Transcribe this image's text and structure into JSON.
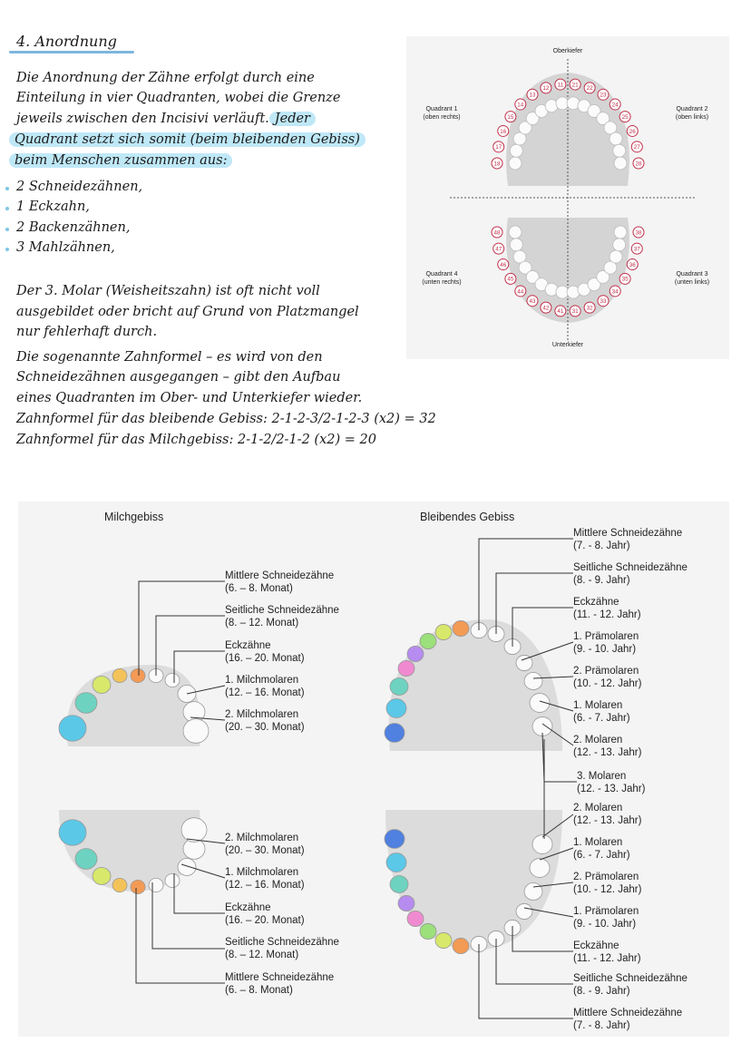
{
  "heading": "4. Anordnung",
  "paragraph1": [
    "Die Anordnung der Zähne erfolgt durch eine",
    "Einteilung in vier Quadranten, wobei die Grenze",
    "jeweils zwischen den Incisivi verläuft.",
    "Jeder",
    "Quadrant setzt sich somit (beim bleibenden Gebiss)",
    "beim Menschen zusammen aus:"
  ],
  "bullets": [
    "2 Schneidezähnen,",
    "1 Eckzahn,",
    "2 Backenzähnen,",
    "3 Mahlzähnen,"
  ],
  "paragraph2": [
    "Der 3. Molar (Weisheitszahn) ist oft nicht voll",
    "ausgebildet oder bricht auf Grund von Platzmangel",
    "nur fehlerhaft durch."
  ],
  "paragraph3": [
    "Die sogenannte Zahnformel – es wird von den",
    "Schneidezähnen ausgegangen – gibt den Aufbau",
    "eines Quadranten im Ober- und Unterkiefer wieder.",
    "Zahnformel für das bleibende Gebiss: 2-1-2-3/2-1-2-3 (x2) = 32",
    "Zahnformel für das Milchgebiss: 2-1-2/2-1-2 (x2) = 20"
  ],
  "quadrant_diagram": {
    "upper": "Oberkiefer",
    "lower": "Unterkiefer",
    "q1": [
      "Quadrant 1",
      "(oben rechts)"
    ],
    "q2": [
      "Quadrant 2",
      "(oben links)"
    ],
    "q3": [
      "Quadrant 3",
      "(unten links)"
    ],
    "q4": [
      "Quadrant 4",
      "(unten rechts)"
    ],
    "upper_numbers": [
      "18",
      "17",
      "16",
      "15",
      "14",
      "13",
      "12",
      "11",
      "21",
      "22",
      "23",
      "24",
      "25",
      "26",
      "27",
      "28"
    ],
    "lower_numbers": [
      "48",
      "47",
      "46",
      "45",
      "44",
      "43",
      "42",
      "41",
      "31",
      "32",
      "33",
      "34",
      "35",
      "36",
      "37",
      "38"
    ]
  },
  "eruption": {
    "milk_title": "Milchgebiss",
    "perm_title": "Bleibendes Gebiss",
    "milk_upper": [
      [
        "Mittlere Schneidezähne",
        "(6. – 8. Monat)"
      ],
      [
        "Seitliche Schneidezähne",
        "(8. – 12. Monat)"
      ],
      [
        "Eckzähne",
        "(16. – 20. Monat)"
      ],
      [
        "1. Milchmolaren",
        "(12. – 16. Monat)"
      ],
      [
        "2. Milchmolaren",
        "(20. – 30. Monat)"
      ]
    ],
    "milk_lower": [
      [
        "2. Milchmolaren",
        "(20. – 30. Monat)"
      ],
      [
        "1. Milchmolaren",
        "(12. – 16. Monat)"
      ],
      [
        "Eckzähne",
        "(16. – 20. Monat)"
      ],
      [
        "Seitliche Schneidezähne",
        "(8. – 12. Monat)"
      ],
      [
        "Mittlere Schneidezähne",
        "(6. – 8. Monat)"
      ]
    ],
    "perm_upper": [
      [
        "Mittlere Schneidezähne",
        "(7. - 8. Jahr)"
      ],
      [
        "Seitliche Schneidezähne",
        "(8. - 9. Jahr)"
      ],
      [
        "Eckzähne",
        "(11. - 12. Jahr)"
      ],
      [
        "1. Prämolaren",
        "(9. - 10. Jahr)"
      ],
      [
        "2. Prämolaren",
        "(10. - 12. Jahr)"
      ],
      [
        "1. Molaren",
        "(6. - 7. Jahr)"
      ],
      [
        "2. Molaren",
        "(12. - 13. Jahr)"
      ]
    ],
    "perm_middle": [
      "3. Molaren",
      "(12. - 13. Jahr)"
    ],
    "perm_lower": [
      [
        "2. Molaren",
        "(12. - 13. Jahr)"
      ],
      [
        "1. Molaren",
        "(6. - 7. Jahr)"
      ],
      [
        "2. Prämolaren",
        "(10. - 12. Jahr)"
      ],
      [
        "1. Prämolaren",
        "(9. - 10. Jahr)"
      ],
      [
        "Eckzähne",
        "(11. - 12. Jahr)"
      ],
      [
        "Seitliche Schneidezähne",
        "(8. - 9. Jahr)"
      ],
      [
        "Mittlere Schneidezähne",
        "(7. - 8. Jahr)"
      ]
    ]
  },
  "colors": {
    "highlight": "#bfe8f7",
    "accent_line": "#7fb6dd",
    "number_ring": "#c0304a",
    "jaw": "#d9d9d9",
    "panel": "#f4f4f4"
  }
}
